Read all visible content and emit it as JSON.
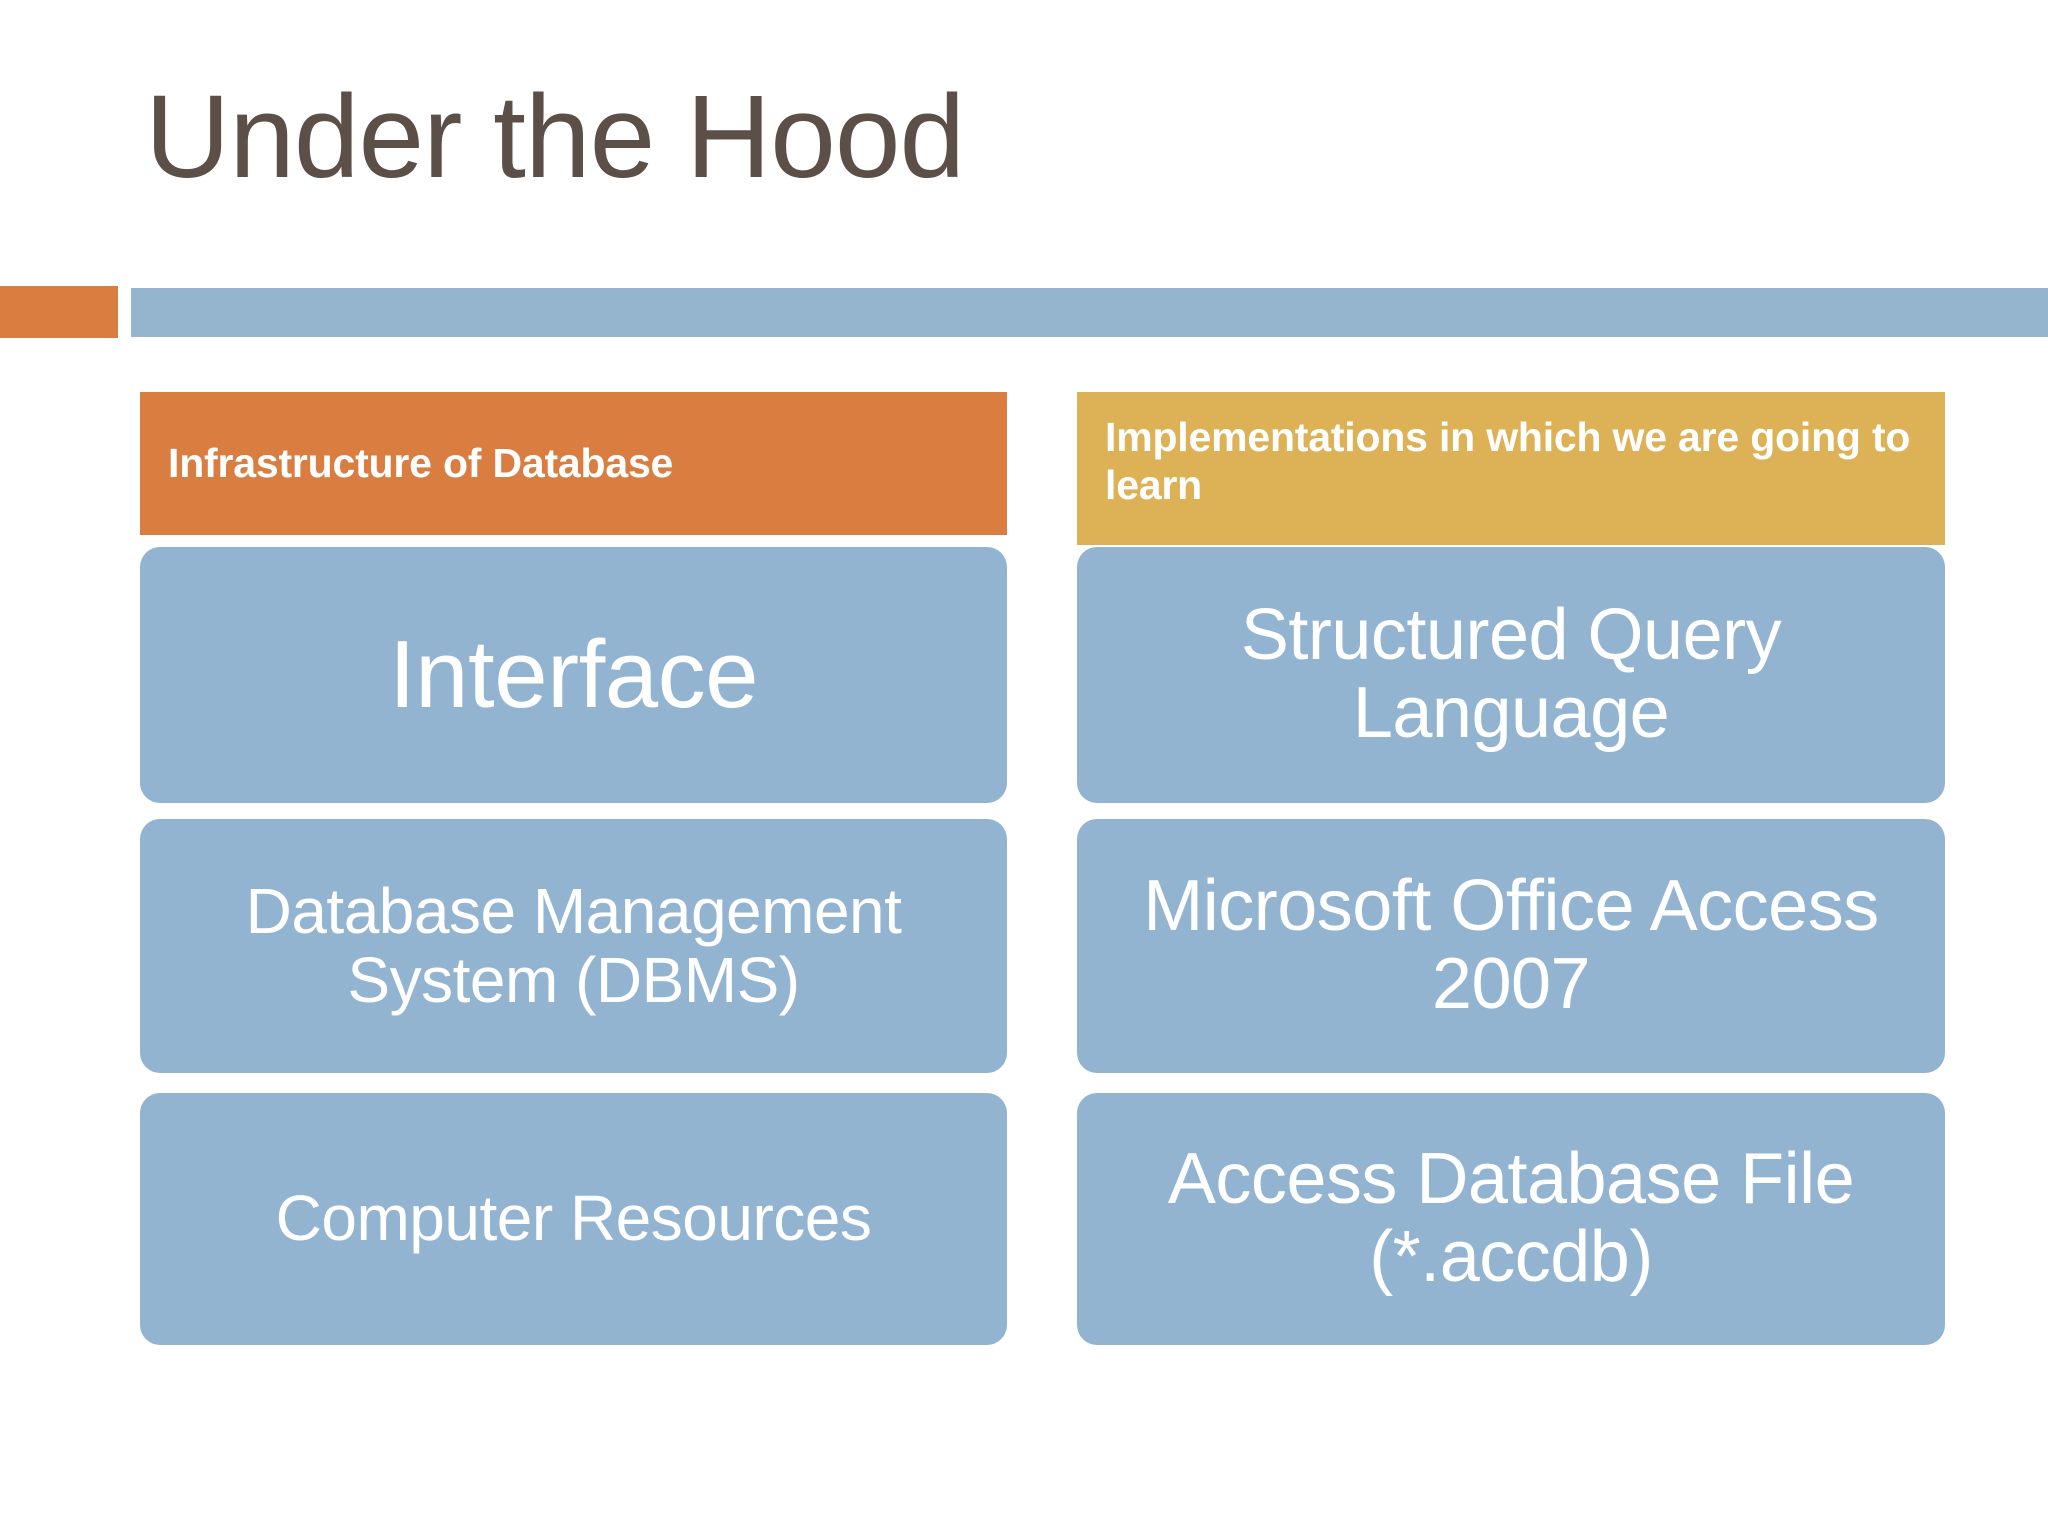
{
  "slide": {
    "title": "Under the Hood",
    "title_color": "#5C4F47",
    "background": "#FFFFFF"
  },
  "divider": {
    "accent_color": "#D97E40",
    "bar_color": "#95B4CE"
  },
  "columns": [
    {
      "id": "infrastructure",
      "header": "Infrastructure of Database",
      "header_color": "#D97E40",
      "items": [
        "Interface",
        "Database Management System (DBMS)",
        "Computer Resources"
      ]
    },
    {
      "id": "implementations",
      "header": "Implementations in which we are going to learn",
      "header_color": "#DDB155",
      "items": [
        "Structured Query Language",
        "Microsoft Office Access 2007",
        "Access Database File (*.accdb)"
      ]
    }
  ],
  "card_color": "#93B4D1",
  "card_text_color": "#FFFFFF"
}
